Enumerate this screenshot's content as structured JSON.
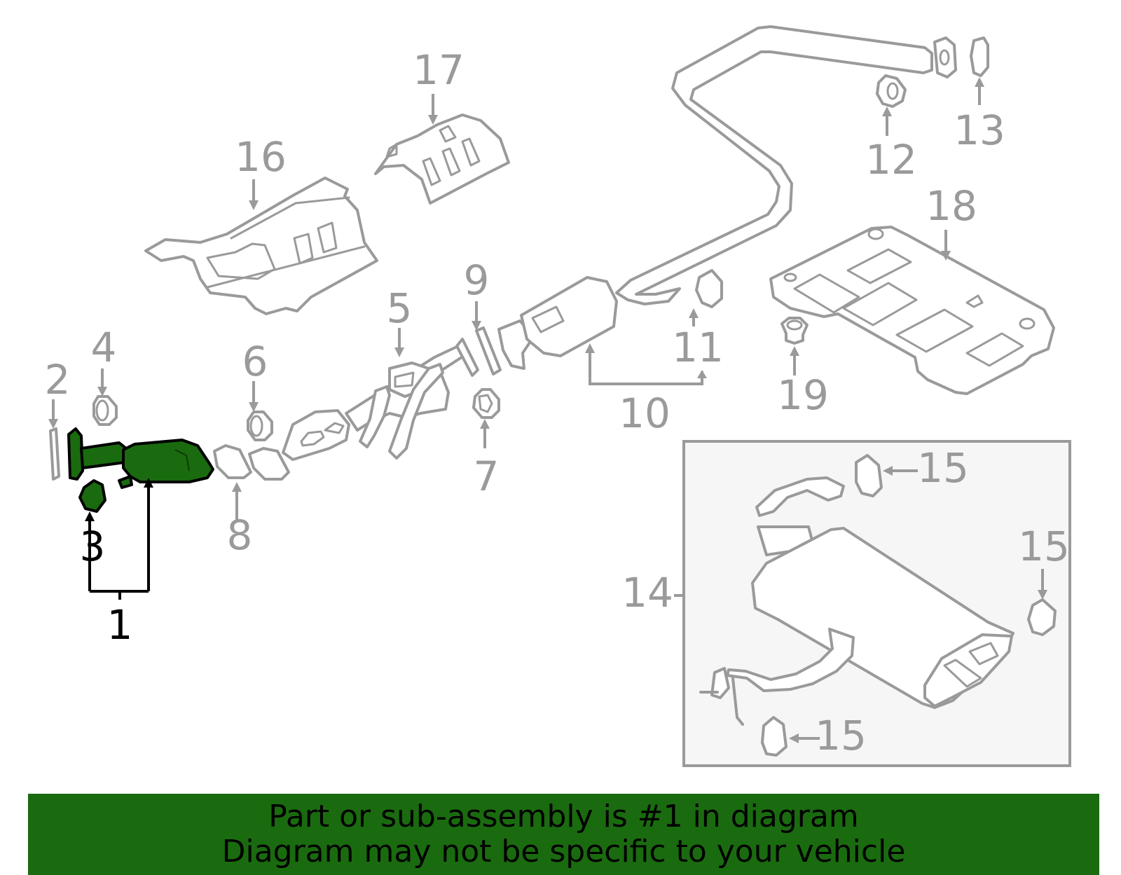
{
  "diagram": {
    "callouts": {
      "c1": "1",
      "c2": "2",
      "c3": "3",
      "c4": "4",
      "c5": "5",
      "c6": "6",
      "c7": "7",
      "c8": "8",
      "c9": "9",
      "c10": "10",
      "c11": "11",
      "c12": "12",
      "c13": "13",
      "c14": "14",
      "c15a": "15",
      "c15b": "15",
      "c15c": "15",
      "c16": "16",
      "c17": "17",
      "c18": "18",
      "c19": "19"
    },
    "highlighted_part": "1",
    "colors": {
      "highlight": "#1a6b0f",
      "line": "#9a9a9a",
      "inset_bg": "#f6f6f6",
      "banner_bg": "#1a6b0f"
    }
  },
  "banner": {
    "line1": "Part or sub-assembly is #1 in diagram",
    "line2": "Diagram may not be specific to your vehicle"
  }
}
